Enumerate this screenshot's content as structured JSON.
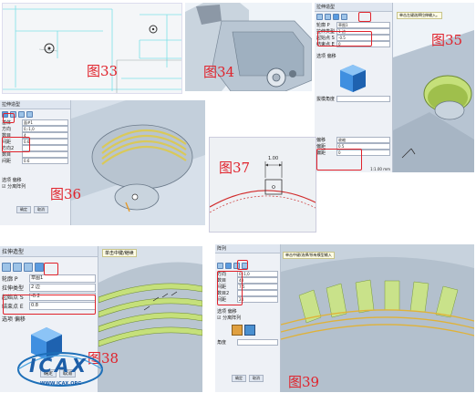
{
  "figures": {
    "f33": "图33",
    "f34": "图34",
    "f35": "图35",
    "f36": "图36",
    "f37": "图37",
    "f38": "图38",
    "f39": "图39"
  },
  "dim37": "1.00",
  "watermark": {
    "brand": "ICAX",
    "url": "WWW.ICAX.ORG"
  },
  "p35": {
    "title": "拉伸造型",
    "rows": [
      {
        "label": "轮廓 P",
        "value": "草图1"
      },
      {
        "label": "拉伸类型",
        "value": "1 边"
      },
      {
        "label": "起始点 S",
        "value": "-0.5"
      },
      {
        "label": "结束点 E",
        "value": "0"
      }
    ],
    "sect": "选项  偏移",
    "ang_label": "拔模角度",
    "rows2": [
      {
        "label": "偏移",
        "value": "收缩"
      },
      {
        "label": "偏距",
        "value": "0.5"
      },
      {
        "label": "偏距",
        "value": "0"
      }
    ],
    "hint": "单击左键选择拉伸输入。",
    "status": "1:1.00  mm"
  },
  "p36": {
    "title": "拉伸造型",
    "rows": [
      {
        "label": "基体",
        "value": "面#1"
      },
      {
        "label": "方向",
        "value": "0,-1,0"
      },
      {
        "label": "数目",
        "value": "4"
      },
      {
        "label": "间距",
        "value": "0.6"
      },
      {
        "label": "方向2",
        "value": ""
      },
      {
        "label": "数目",
        "value": ""
      },
      {
        "label": "间距",
        "value": "0.6"
      }
    ],
    "sect": "选项  偏移",
    "chk": "☑ 分离阵列",
    "ok": "确定",
    "cancel": "取消"
  },
  "p38": {
    "title": "拉伸造型",
    "rows": [
      {
        "label": "轮廓 P",
        "value": "草图1"
      },
      {
        "label": "拉伸类型",
        "value": "2 边"
      },
      {
        "label": "起始点 S",
        "value": "-0.2"
      },
      {
        "label": "结束点 E",
        "value": "0.8"
      }
    ],
    "sect": "选项  偏移",
    "ok": "确定",
    "cancel": "取消",
    "hint": "单击中键/继续"
  },
  "p39": {
    "title": "阵列",
    "rows": [
      {
        "label": "方向",
        "value": "0,-1,0"
      },
      {
        "label": "数目",
        "value": "48"
      },
      {
        "label": "间距",
        "value": "7.5"
      },
      {
        "label": "数目2",
        "value": ""
      },
      {
        "label": "间距",
        "value": "24"
      }
    ],
    "sect": "选项  偏移",
    "chk": "☑ 分离阵列",
    "angle_label": "角度",
    "ok": "确定",
    "cancel": "取消",
    "hint": "单击中键/选择/所有模型输入"
  },
  "colors": {
    "caption": "#e0222b",
    "highlight": "#e0222b",
    "accent_green": "#c5e07a"
  }
}
